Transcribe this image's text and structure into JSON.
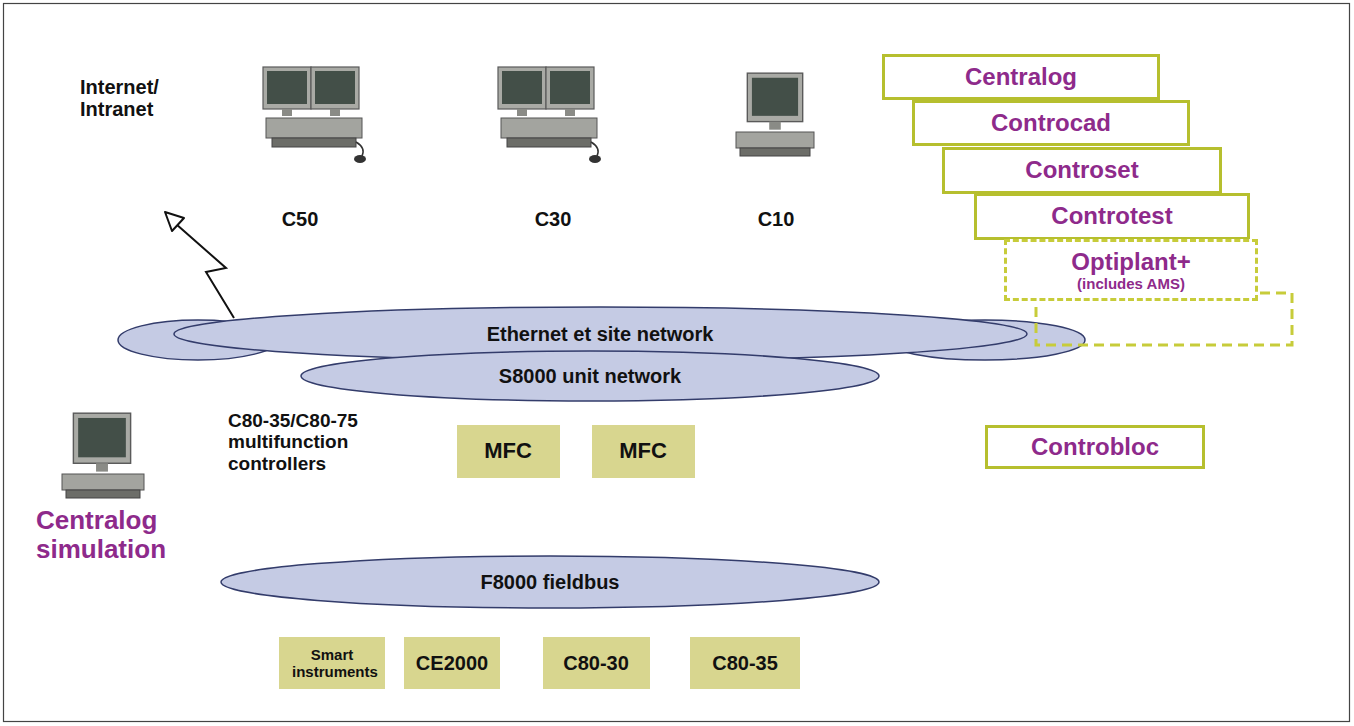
{
  "diagram": {
    "nodes": [
      {
        "text": [
          "Centralog"
        ]
      },
      {
        "text": [
          "Controcad"
        ]
      },
      {
        "text": [
          "Controset"
        ]
      },
      {
        "text": [
          "Controtest"
        ]
      },
      {
        "text": [
          "Optiplant+",
          "(includes AMS)"
        ]
      },
      {
        "text": [
          "Ethernet et site network"
        ]
      },
      {
        "text": [
          "S8000 unit network"
        ]
      },
      {
        "text": [
          "MFC"
        ]
      },
      {
        "text": [
          "MFC"
        ]
      },
      {
        "text": [
          "Controbloc"
        ]
      },
      {
        "text": [
          "F8000 fieldbus"
        ]
      },
      {
        "text": [
          "Smart instruments"
        ]
      },
      {
        "text": [
          "CE2000"
        ]
      },
      {
        "text": [
          "C80-30"
        ]
      },
      {
        "text": [
          "C80-35"
        ]
      }
    ],
    "labels": [
      "Internet/ Intranet",
      "C50",
      "C30",
      "C10",
      "C80-35/C80-75 multifunction controllers",
      "Centralog simulation"
    ]
  }
}
